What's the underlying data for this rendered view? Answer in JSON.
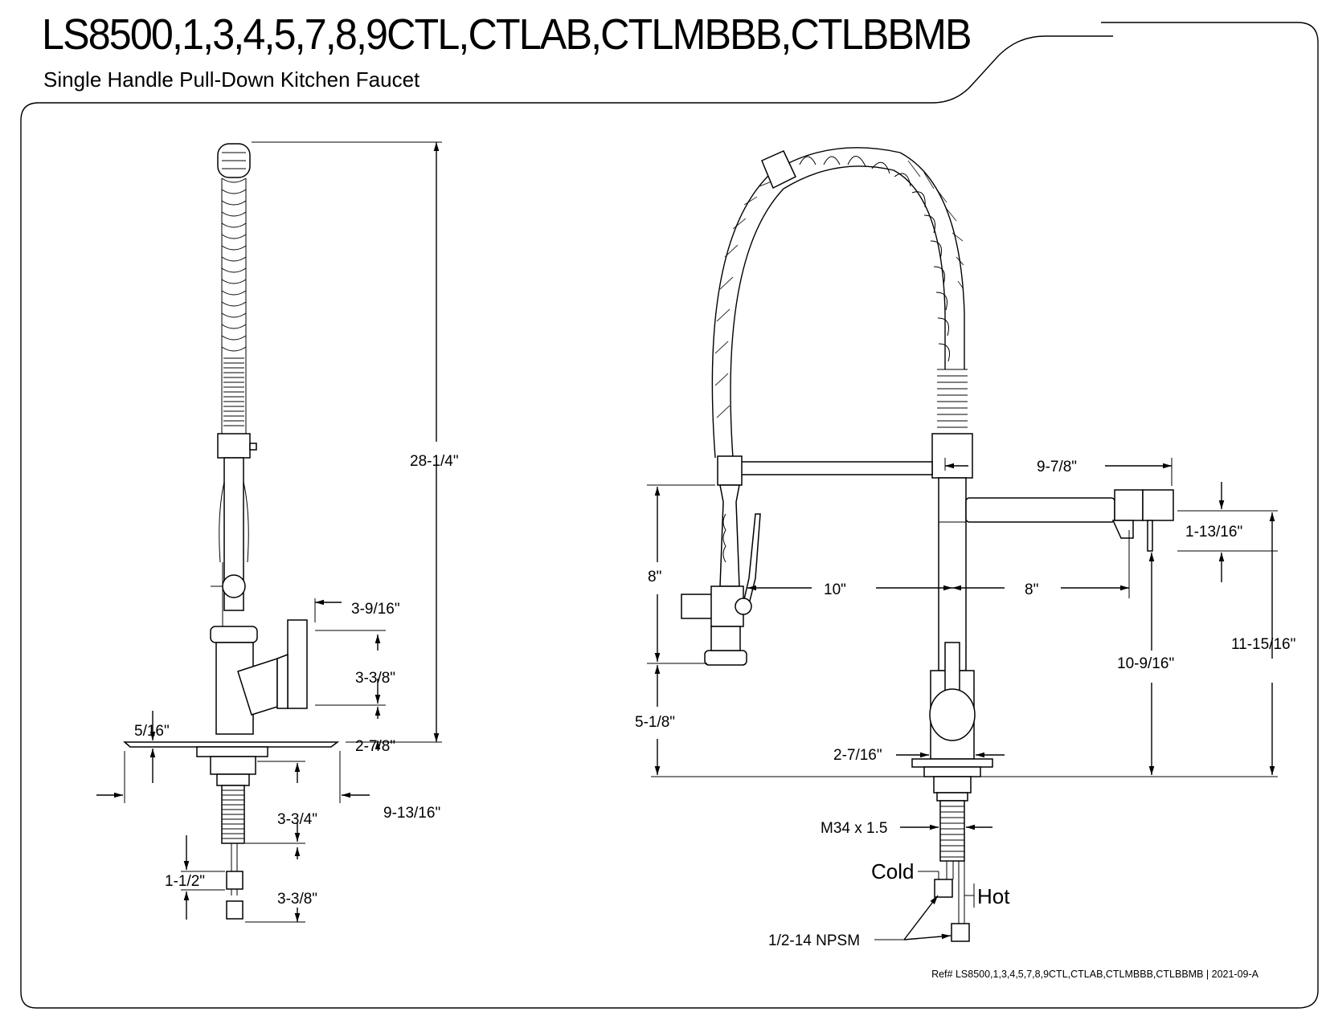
{
  "header": {
    "title": "LS8500,1,3,4,5,7,8,9CTL,CTLAB,CTLMBBB,CTLBBMB",
    "subtitle": "Single Handle Pull-Down Kitchen Faucet"
  },
  "side_view": {
    "dims": {
      "overall_height": "28-1/4\"",
      "handle_reach": "3-9/16\"",
      "handle_height": "3-3/8\"",
      "handle_to_deck": "2-7/8\"",
      "plate_thickness": "5/16\"",
      "plate_width": "9-13/16\"",
      "shank_length": "3-3/4\"",
      "supply_offset": "1-1/2\"",
      "supply_length": "3-3/8\""
    }
  },
  "front_view": {
    "dims": {
      "arm_reach": "9-7/8\"",
      "spout_height": "1-13/16\"",
      "sprayer_reach": "10\"",
      "spout_reach": "8\"",
      "sprayer_height": "8\"",
      "spout_clearance": "10-9/16\"",
      "spout_total_height": "11-15/16\"",
      "sprayer_clearance": "5-1/8\"",
      "base_diameter": "2-7/16\"",
      "thread_size": "M34 x 1.5",
      "cold_label": "Cold",
      "hot_label": "Hot",
      "connection": "1/2-14 NPSM"
    }
  },
  "footer": {
    "ref": "Ref# LS8500,1,3,4,5,7,8,9CTL,CTLAB,CTLMBBB,CTLBBMB | 2021-09-A"
  }
}
